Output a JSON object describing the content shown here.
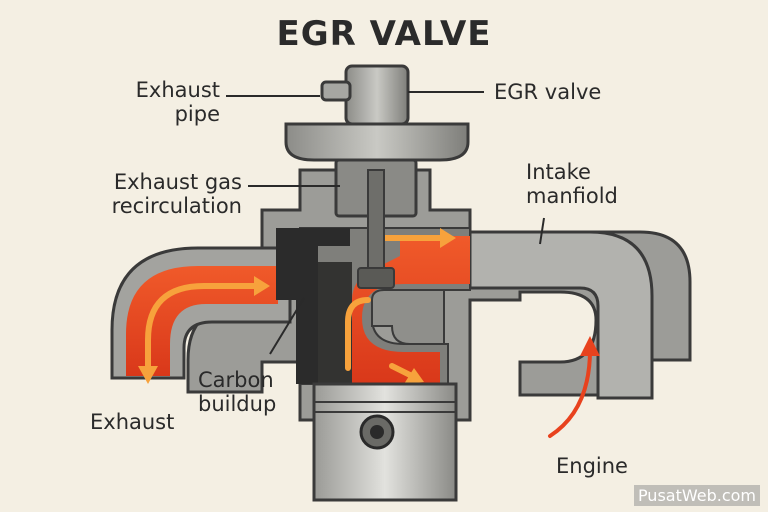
{
  "title": "EGR VALVE",
  "labels": {
    "exhaust_pipe": "Exhaust\npipe",
    "egr_valve": "EGR valve",
    "exhaust_gas_recirculation": "Exhaust gas\nrecirculation",
    "intake_manifold": "Intake\nmanfiold",
    "carbon_buildup": "Carbon\nbuildup",
    "exhaust": "Exhaust",
    "engine": "Engine"
  },
  "watermark": "PusatWeb.com",
  "colors": {
    "background": "#f4efe3",
    "metal": "#9a9a96",
    "outline": "#3a3a3a",
    "hot_gas": "#e8421e",
    "arrow": "#f7a23c",
    "carbon": "#2a2a2a"
  }
}
